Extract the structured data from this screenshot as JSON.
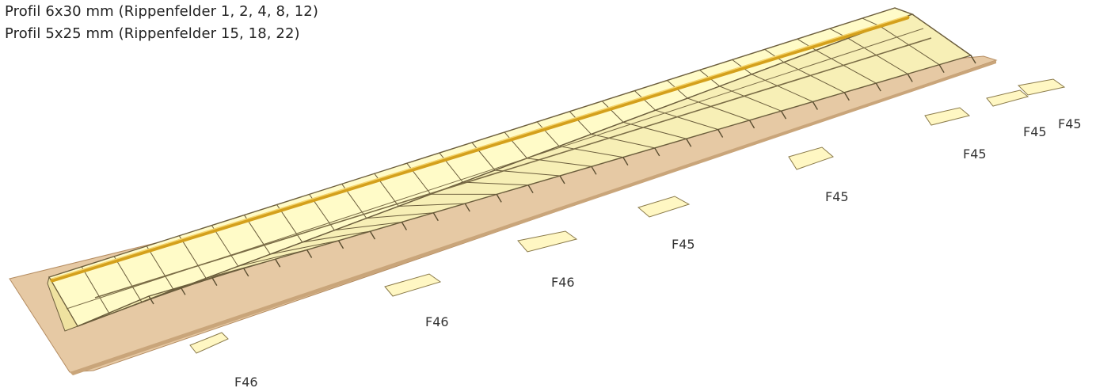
{
  "header": {
    "line1": "Profil 6x30 mm (Rippenfelder 1, 2, 4, 8, 12)",
    "line2": "Profil 5x25 mm (Rippenfelder 15, 18, 22)"
  },
  "part_labels": [
    "F46",
    "F46",
    "F46",
    "F45",
    "F45",
    "F45",
    "F45",
    "F45"
  ],
  "colors": {
    "board": "#e6c9a4",
    "board_edge": "#b48c61",
    "frame": "#fffbc8",
    "frame_line": "#6b5d3c",
    "spar": "#d4a01c",
    "part": "#fff7c3"
  }
}
